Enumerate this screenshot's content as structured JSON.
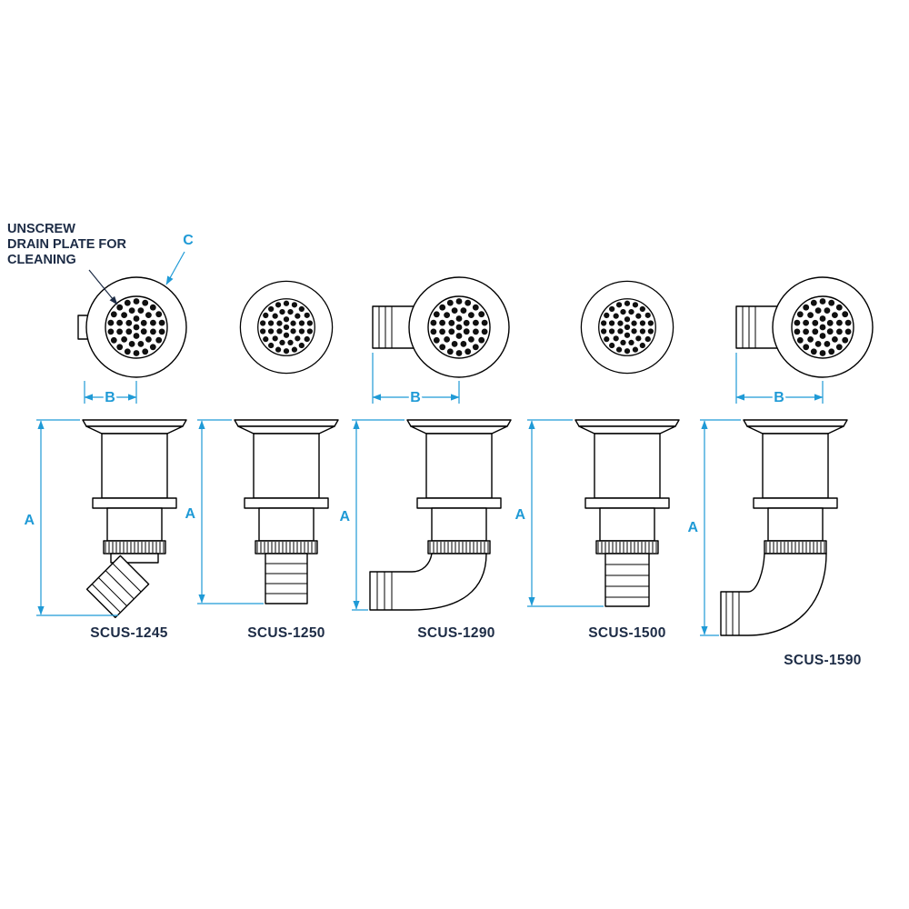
{
  "annotation": {
    "lines": [
      "UNSCREW",
      "DRAIN PLATE FOR",
      "CLEANING"
    ]
  },
  "dimension_labels": {
    "a": "A",
    "b": "B",
    "c": "C"
  },
  "products": [
    {
      "label": "SCUS-1245"
    },
    {
      "label": "SCUS-1250"
    },
    {
      "label": "SCUS-1290"
    },
    {
      "label": "SCUS-1500"
    },
    {
      "label": "SCUS-1590"
    }
  ],
  "colors": {
    "drawing_line": "#000000",
    "dimension": "#1f9ad6",
    "text": "#1c2b45"
  }
}
